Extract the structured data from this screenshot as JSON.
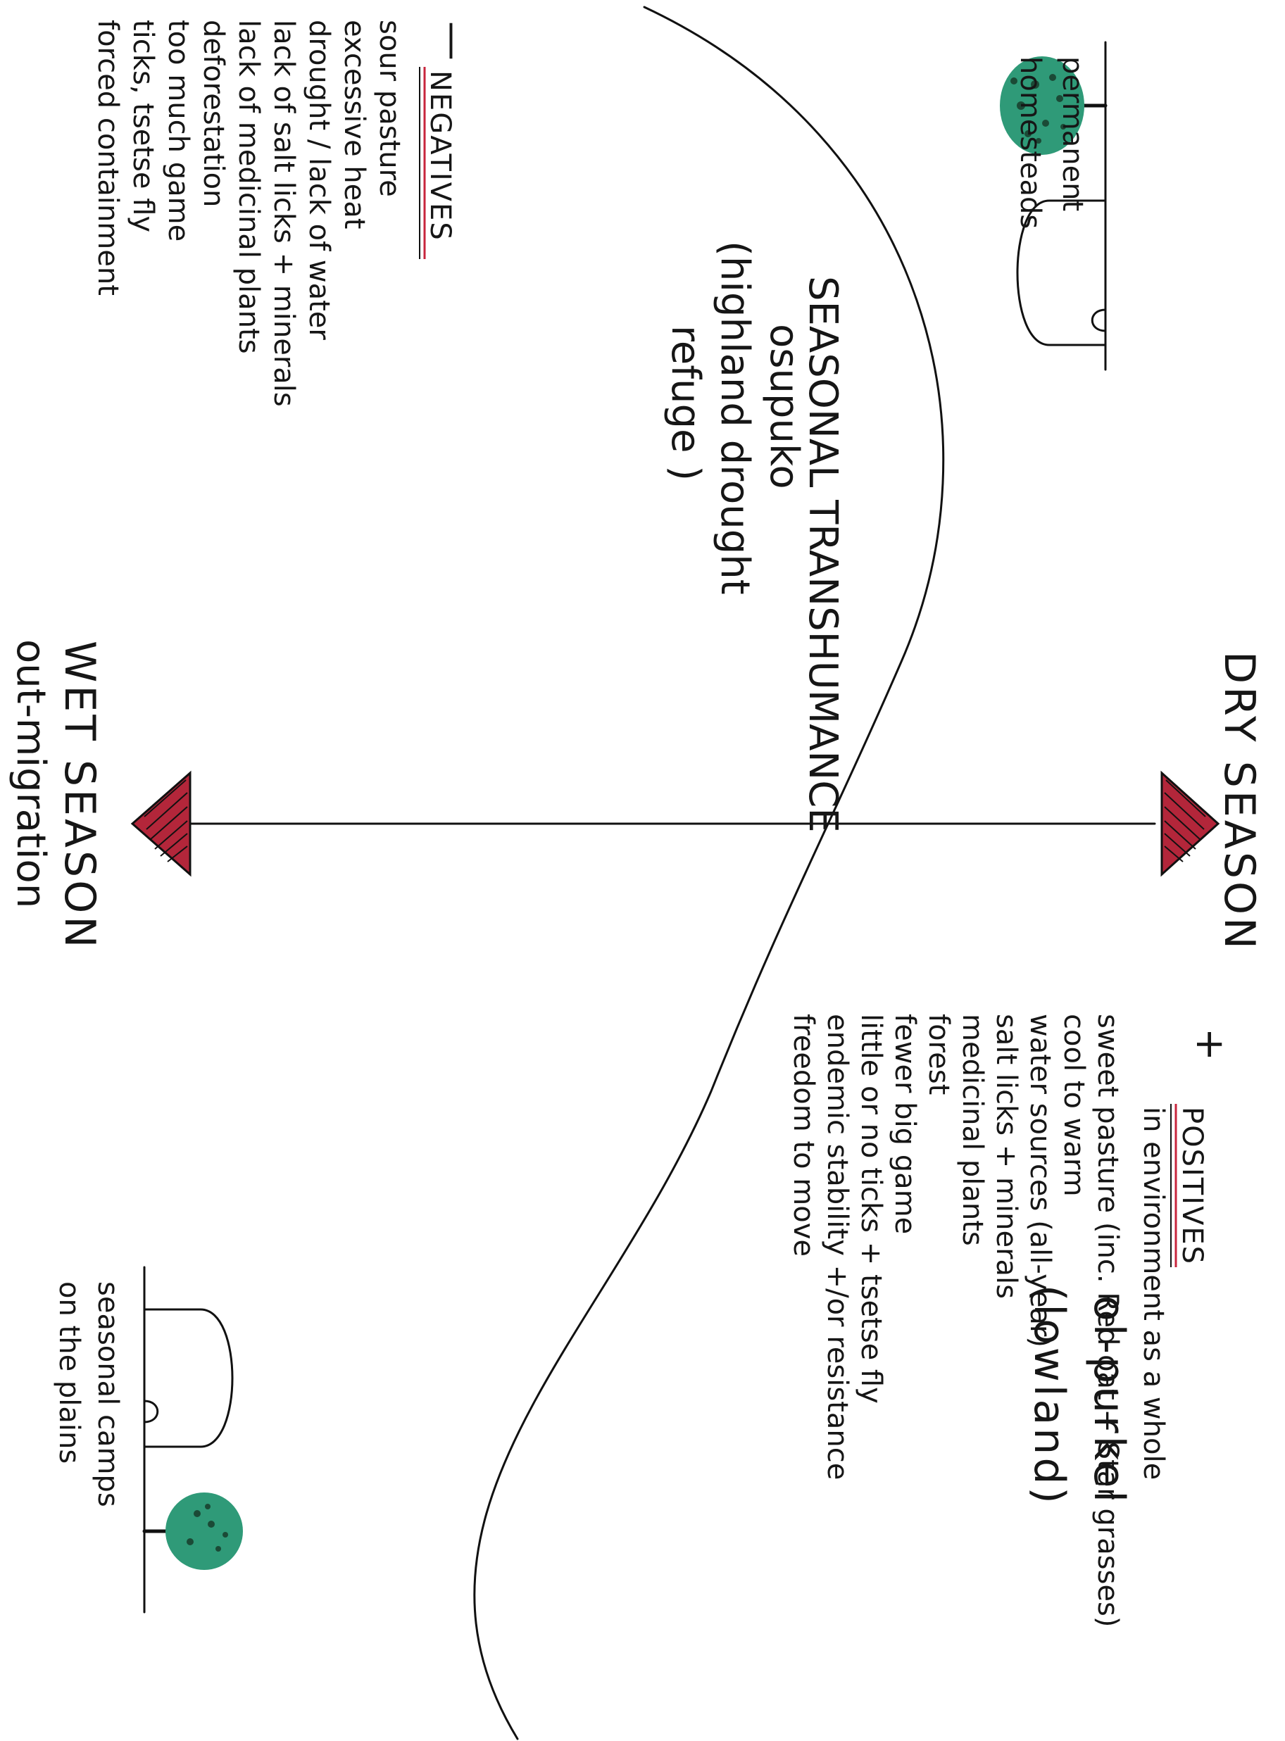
{
  "axis": {
    "label": "SEASONAL TRANSHUMANCE",
    "dry_end": "DRY SEASON",
    "wet_end": "WET SEASON",
    "wet_end_sub": "out-migration"
  },
  "top_left": {
    "label_line1": "permanent",
    "label_line2": "homesteads"
  },
  "osupuko": {
    "name": "osupuko",
    "desc_line1": "(highland drought",
    "desc_line2": "refuge )"
  },
  "negatives": {
    "symbol": "—",
    "heading": "NEGATIVES",
    "items": [
      "sour pasture",
      "excessive heat",
      "drought / lack of water",
      "lack of salt licks + minerals",
      "lack of medicinal plants",
      "deforestation",
      "too much game",
      "ticks, tsetse fly",
      "forced containment"
    ]
  },
  "positives": {
    "symbol": "+",
    "heading": "POSITIVES",
    "subheading": "in environment as a whole",
    "items": [
      "sweet pasture (inc. Red oat + Star grasses)",
      "cool to warm",
      "water sources (all-year)",
      "salt licks + minerals",
      "medicinal plants",
      "forest",
      "fewer big game",
      "little or no ticks + tsetse fly",
      "endemic stability +/or resistance",
      "freedom to move"
    ]
  },
  "olpurkel": {
    "name": "ol-purkel",
    "desc": "(lowland)"
  },
  "bottom_right": {
    "label_line1": "seasonal camps",
    "label_line2": "on the plains"
  },
  "colors": {
    "ink": "#111111",
    "arrowhead": "#b3263a",
    "underline_red": "#c8253c",
    "tree_green": "#2f9a78",
    "tree_dark": "#1b4a36"
  },
  "icons": [
    "tree-icon",
    "hut-icon",
    "arrowhead-icon"
  ]
}
